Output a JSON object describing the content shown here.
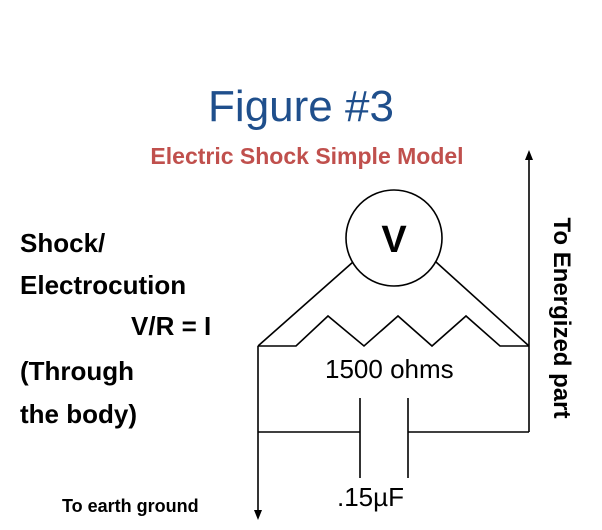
{
  "title": "Figure #3",
  "subtitle": "Electric Shock Simple Model",
  "left_text": {
    "line1": "Shock/",
    "line2": "Electrocution",
    "line3": "V/R = I",
    "line4": "(Through",
    "line5": "the body)"
  },
  "voltmeter_label": "V",
  "resistor_label": "1500 ohms",
  "capacitor_label": ".15µF",
  "ground_label": "To earth ground",
  "energized_label": "To Energized part"
}
